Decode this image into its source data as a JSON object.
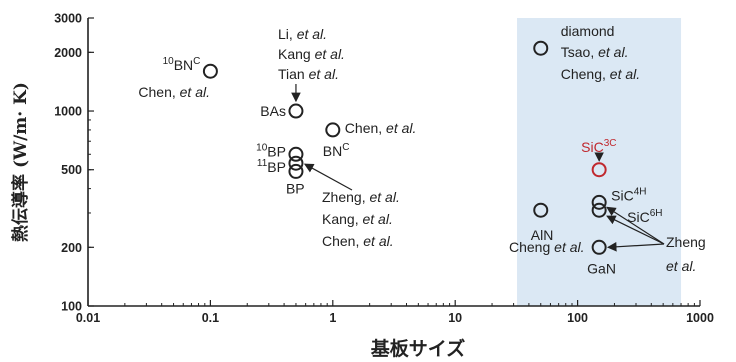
{
  "chart_data": {
    "type": "scatter",
    "title": "",
    "xlabel": "基板サイズ",
    "ylabel": "熱伝導率 (W/m· K)",
    "xscale": "log",
    "yscale": "log",
    "xlim": [
      0.01,
      1000
    ],
    "ylim": [
      100,
      3000
    ],
    "xticks": [
      {
        "value": 0.01,
        "label": "0.01"
      },
      {
        "value": 0.1,
        "label": "0.1"
      },
      {
        "value": 1,
        "label": "1"
      },
      {
        "value": 10,
        "label": "10"
      },
      {
        "value": 100,
        "label": "100"
      },
      {
        "value": 1000,
        "label": "1000"
      }
    ],
    "yticks": [
      {
        "value": 100,
        "label": "100"
      },
      {
        "value": 200,
        "label": "200"
      },
      {
        "value": 500,
        "label": "500"
      },
      {
        "value": 1000,
        "label": "1000"
      },
      {
        "value": 2000,
        "label": "2000"
      },
      {
        "value": 3000,
        "label": "3000"
      }
    ],
    "grid": false,
    "highlight_region": {
      "x": [
        32,
        700
      ],
      "y": [
        100,
        3000
      ],
      "color": "#dbe8f4"
    },
    "points": [
      {
        "id": "bn10",
        "label_sup_pre": "10",
        "label_main": "BN",
        "label_sup": "C",
        "x": 0.1,
        "y": 1600,
        "color": "#222222"
      },
      {
        "id": "bas",
        "label_main": "BAs",
        "x": 0.5,
        "y": 1000,
        "color": "#222222"
      },
      {
        "id": "bp10",
        "label_sup_pre": "10",
        "label_main": "BP",
        "x": 0.5,
        "y": 600,
        "color": "#222222"
      },
      {
        "id": "bp11",
        "label_sup_pre": "11",
        "label_main": "BP",
        "x": 0.5,
        "y": 540,
        "color": "#222222"
      },
      {
        "id": "bp",
        "label_main": "BP",
        "x": 0.5,
        "y": 490,
        "color": "#222222"
      },
      {
        "id": "bnc",
        "label_main": "BN",
        "label_sup": "C",
        "x": 1.0,
        "y": 800,
        "color": "#222222"
      },
      {
        "id": "diamond",
        "label_main": "diamond",
        "x": 50,
        "y": 2100,
        "color": "#222222"
      },
      {
        "id": "aln",
        "label_main": "AlN",
        "x": 50,
        "y": 310,
        "color": "#222222"
      },
      {
        "id": "sic3c",
        "label_main": "SiC",
        "label_sup": "3C",
        "x": 150,
        "y": 500,
        "color": "#c0282e"
      },
      {
        "id": "sic4h",
        "label_main": "SiC",
        "label_sup": "4H",
        "x": 150,
        "y": 340,
        "color": "#222222"
      },
      {
        "id": "sic6h",
        "label_main": "SiC",
        "label_sup": "6H",
        "x": 150,
        "y": 310,
        "color": "#222222"
      },
      {
        "id": "gan",
        "label_main": "GaN",
        "x": 150,
        "y": 200,
        "color": "#222222"
      }
    ],
    "annotations": {
      "chen_bn10": "Chen, et al.",
      "li": "Li, et al.",
      "kang": "Kang et al.",
      "tian": "Tian et al.",
      "chen_bnc": "Chen, et al.",
      "zheng1": "Zheng, et al.",
      "kang2": "Kang, et al.",
      "chen3": "Chen, et al.",
      "tsao": "Tsao, et al.",
      "cheng": "Cheng, et al.",
      "cheng_gan": "Cheng et al.",
      "zheng2_line1": "Zheng",
      "zheng2_line2": "et al."
    },
    "colors": {
      "highlight": "#dbe8f4",
      "marker": "#222222",
      "marker_red": "#c0282e"
    }
  }
}
